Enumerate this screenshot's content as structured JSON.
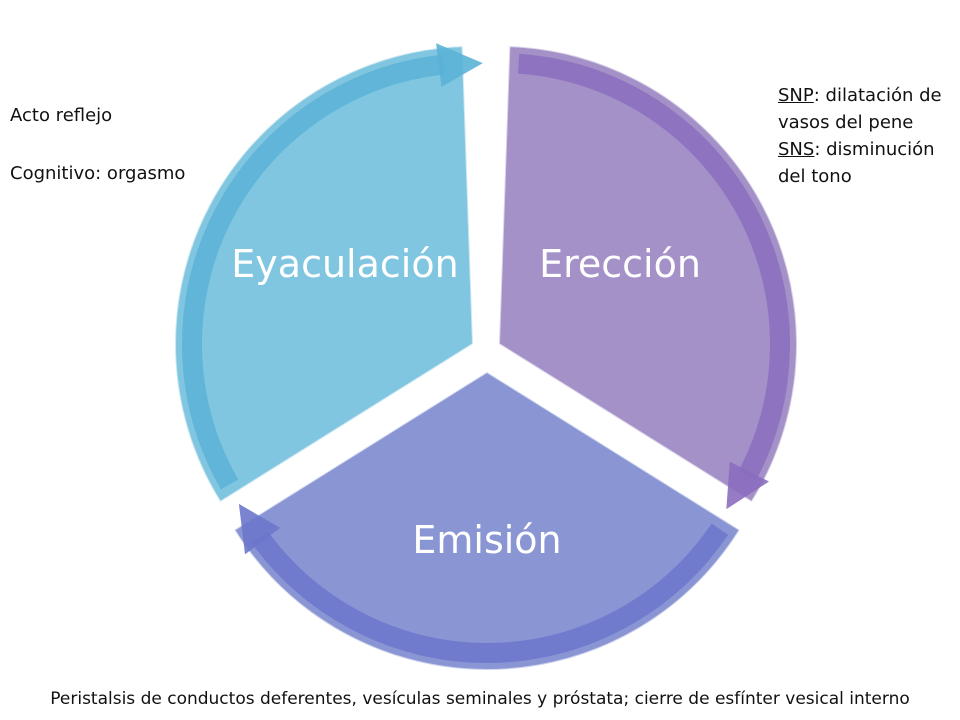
{
  "cycle": {
    "segments": [
      {
        "id": "ereccion",
        "label": "Erección",
        "color": "#a491c8",
        "arrow_color": "#8b6dbf"
      },
      {
        "id": "emision",
        "label": "Emisión",
        "color": "#8a96d4",
        "arrow_color": "#6b77cc"
      },
      {
        "id": "eyaculacion",
        "label": "Eyaculación",
        "color": "#80c6e0",
        "arrow_color": "#5ab2d6"
      }
    ]
  },
  "notes": {
    "left": {
      "line1": "Acto reflejo",
      "line2": "Cognitivo: orgasmo"
    },
    "right": {
      "snp_term": "SNP",
      "snp_text": ": dilatación de vasos del pene",
      "sns_term": "SNS",
      "sns_text": ": disminución del tono"
    },
    "bottom": "Peristalsis de conductos deferentes,  vesículas seminales y próstata; cierre de esfínter  vesical interno"
  }
}
